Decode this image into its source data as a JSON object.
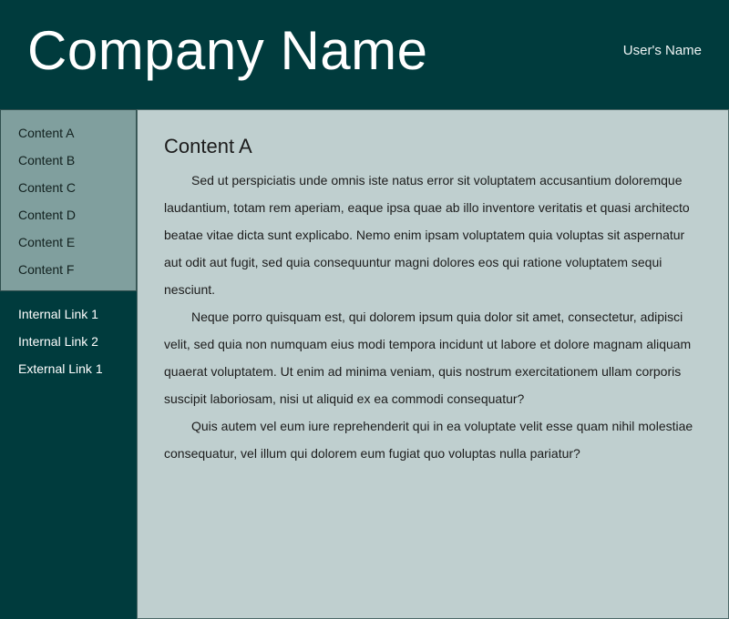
{
  "header": {
    "company_name": "Company Name",
    "user_name": "User's Name"
  },
  "sidebar": {
    "content_items": [
      {
        "label": "Content A"
      },
      {
        "label": "Content B"
      },
      {
        "label": "Content C"
      },
      {
        "label": "Content D"
      },
      {
        "label": "Content E"
      },
      {
        "label": "Content F"
      }
    ],
    "links": [
      {
        "label": "Internal Link 1"
      },
      {
        "label": "Internal Link 2"
      },
      {
        "label": "External Link 1"
      }
    ]
  },
  "main": {
    "title": "Content A",
    "paragraphs": [
      "Sed ut perspiciatis unde omnis iste natus error sit voluptatem accusantium doloremque laudantium, totam rem aperiam, eaque ipsa quae ab illo inventore veritatis et quasi architecto beatae vitae dicta sunt explicabo. Nemo enim ipsam voluptatem quia voluptas sit aspernatur aut odit aut fugit, sed quia consequuntur magni dolores eos qui ratione voluptatem sequi nesciunt.",
      "Neque porro quisquam est, qui dolorem ipsum quia dolor sit amet, consectetur, adipisci velit, sed quia non numquam eius modi tempora incidunt ut labore et dolore magnam aliquam quaerat voluptatem. Ut enim ad minima veniam, quis nostrum exercitationem ullam corporis suscipit laboriosam, nisi ut aliquid ex ea commodi consequatur?",
      "Quis autem vel eum iure reprehenderit qui in ea voluptate velit esse quam nihil molestiae consequatur, vel illum qui dolorem eum fugiat quo voluptas nulla pariatur?"
    ]
  },
  "colors": {
    "header_bg": "#003b3d",
    "content_nav_bg": "#809f9e",
    "main_bg": "#bfcfcf",
    "text_dark": "#1c1c1c",
    "text_light": "#ffffff"
  }
}
